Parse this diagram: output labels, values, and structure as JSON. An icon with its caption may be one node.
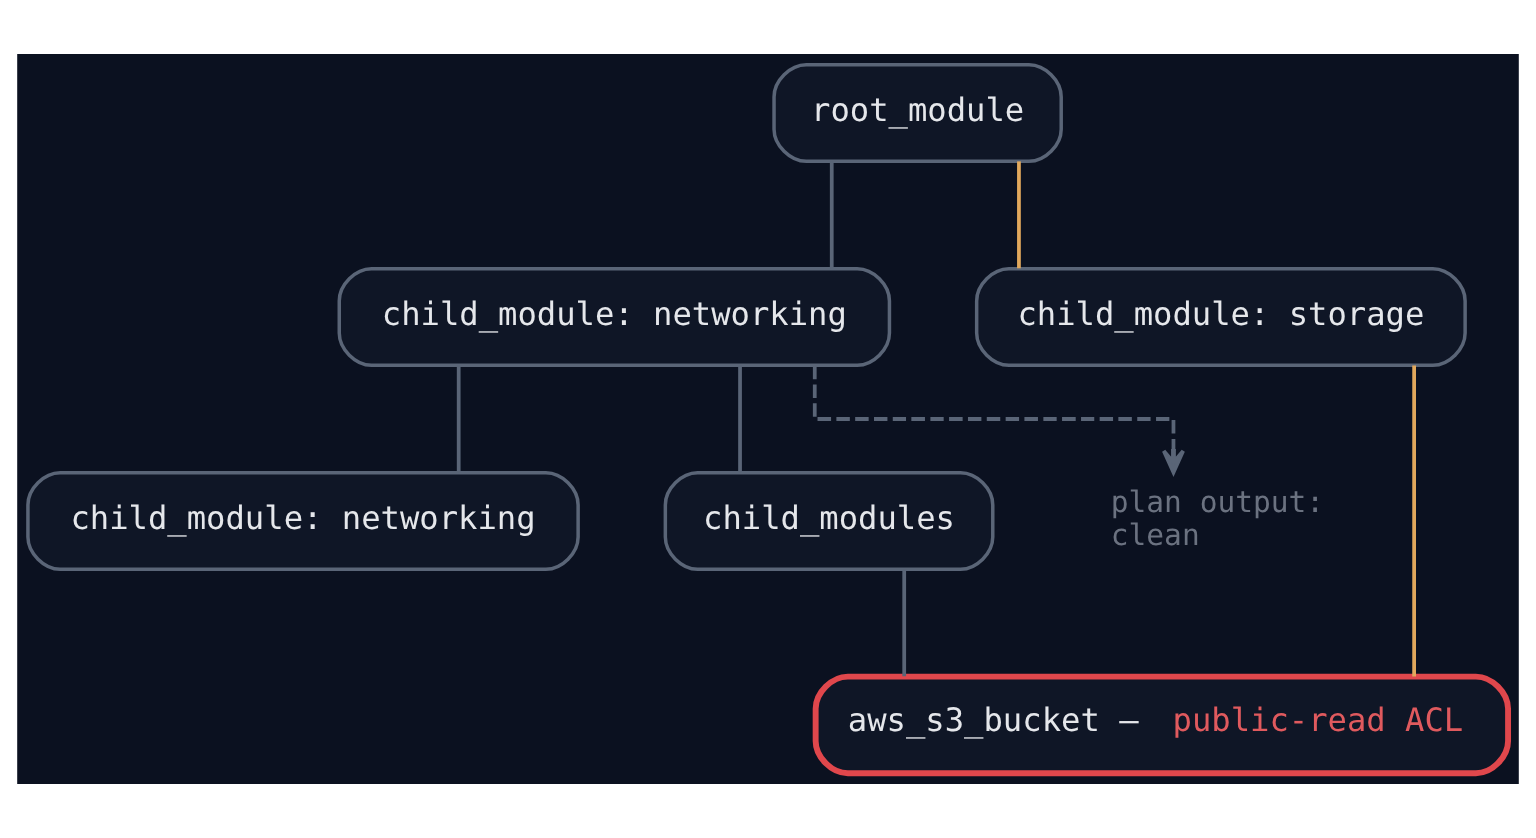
{
  "diagram": {
    "nodes": [
      {
        "text": [
          "root_module"
        ]
      },
      {
        "text": [
          "child_module: networking"
        ]
      },
      {
        "text": [
          "child_module: storage"
        ]
      },
      {
        "text": [
          "child_module: networking"
        ]
      },
      {
        "text": [
          "child_modules"
        ]
      },
      {
        "text": [
          "aws_s3_bucket —",
          "public-read ACL"
        ]
      },
      {
        "text": [
          "plan output: clean"
        ]
      }
    ],
    "edges": [
      {
        "from": 0,
        "to": 1,
        "arrow": "none"
      },
      {
        "from": 0,
        "to": 2,
        "arrow": "none",
        "color": "#e2a85c"
      },
      {
        "from": 1,
        "to": 3,
        "arrow": "none"
      },
      {
        "from": 1,
        "to": 4,
        "arrow": "none"
      },
      {
        "from": 1,
        "to": 6,
        "arrow": "to",
        "style": "dashed"
      },
      {
        "from": 4,
        "to": 5,
        "arrow": "none"
      },
      {
        "from": 2,
        "to": 5,
        "arrow": "none",
        "color": "#e2a85c"
      }
    ]
  }
}
